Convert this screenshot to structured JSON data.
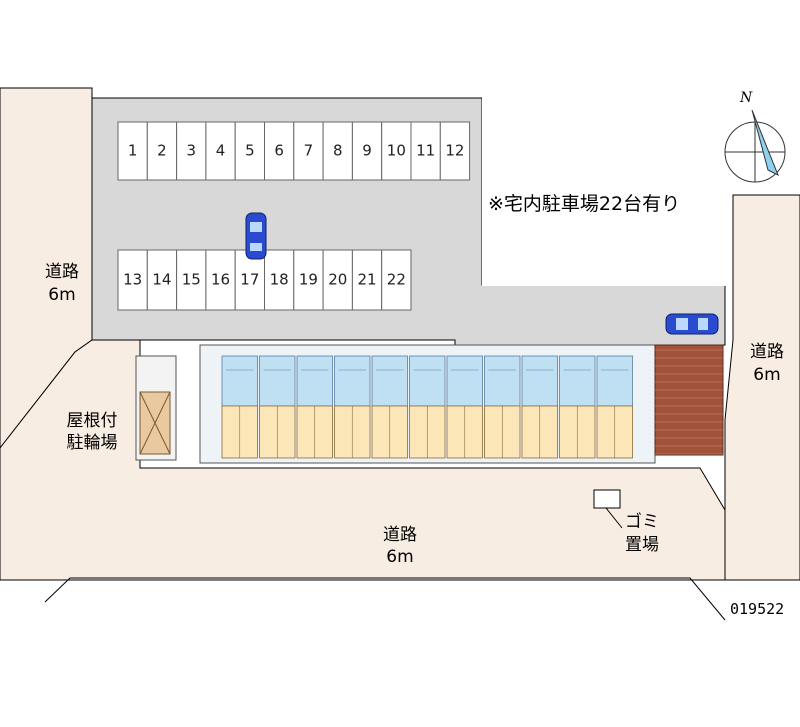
{
  "parking": {
    "row_top": [
      "1",
      "2",
      "3",
      "4",
      "5",
      "6",
      "7",
      "8",
      "9",
      "10",
      "11",
      "12"
    ],
    "row_bottom": [
      "13",
      "14",
      "15",
      "16",
      "17",
      "18",
      "19",
      "20",
      "21",
      "22"
    ],
    "note": "※宅内駐車場22台有り"
  },
  "roads": {
    "left": [
      "道路",
      "6m"
    ],
    "right": [
      "道路",
      "6m"
    ],
    "bottom": [
      "道路",
      "6m"
    ]
  },
  "labels": {
    "bicycle": [
      "屋根付",
      "駐輪場"
    ],
    "garbage": [
      "ゴミ",
      "置場"
    ],
    "compass": "N"
  },
  "property_code": "019522",
  "colors": {
    "road": "#f8ede3",
    "lot": "#d8d8d8",
    "unit_upper": "#bfe0f2",
    "unit_lower": "#fbe6b8",
    "paving": "#a0523a",
    "car": "#2a4bd0"
  },
  "units": 11
}
